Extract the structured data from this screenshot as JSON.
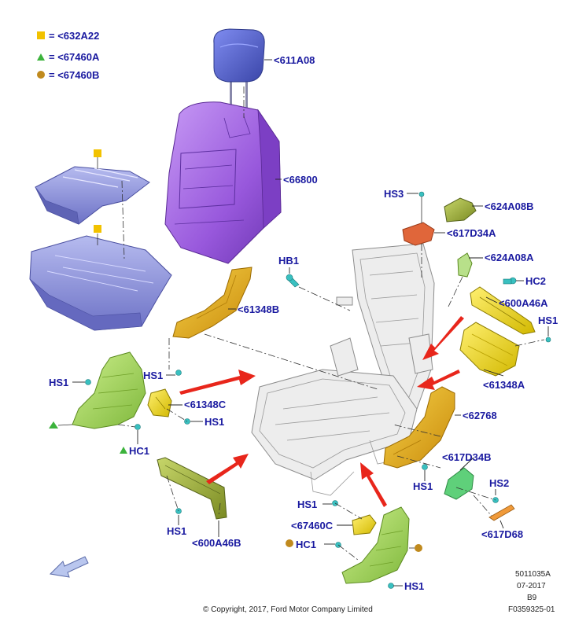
{
  "legend": [
    {
      "symbol": "square",
      "color": "#f2c200",
      "text": "= <632A22"
    },
    {
      "symbol": "triangle",
      "color": "#3cb33c",
      "text": "= <67460A"
    },
    {
      "symbol": "circle",
      "color": "#c08a1e",
      "text": "= <67460B"
    }
  ],
  "callouts": {
    "headrest": "<611A08",
    "backrest_cover": "<66800",
    "hs3": "HS3",
    "bracket_624A08B": "<624A08B",
    "plate_617D34A": "<617D34A",
    "hb1": "HB1",
    "bracket_624A08A": "<624A08A",
    "hc2": "HC2",
    "panel_600A46A": "<600A46A",
    "hs1_right": "HS1",
    "trim_61348B": "<61348B",
    "pad_61348A": "<61348A",
    "hs1_left_top": "HS1",
    "hs1_center": "HS1",
    "trim_61348C": "<61348C",
    "hs1_below_61348C": "HS1",
    "shield_62768": "<62768",
    "hc1_left": "HC1",
    "plate_617D34B": "<617D34B",
    "hs1_under_62768": "HS1",
    "hs2": "HS2",
    "clip_617D68": "<617D68",
    "hs1_bottom_center": "HS1",
    "trim_67460C": "<67460C",
    "hc1_bottom": "HC1",
    "hs1_bottom_left": "HS1",
    "panel_600A46B": "<600A46B",
    "hs1_bottom_right": "HS1"
  },
  "footer": {
    "code1": "5011035A",
    "date": "07-2017",
    "rev": "B9",
    "copyright": "© Copyright, 2017, Ford Motor Company Limited",
    "figure": "F0359325-01"
  },
  "icons": [
    "direction-arrow-icon"
  ],
  "colors": {
    "callout_text": "#1a1aa0",
    "headrest": "#5566cc",
    "backrest": "#9d5ee0",
    "cushion": "#8a90d8",
    "gold_parts": "#e8b21a",
    "green_parts": "#a6d65a",
    "orange_plate": "#e0663a",
    "red_arrows": "#e8261b"
  }
}
